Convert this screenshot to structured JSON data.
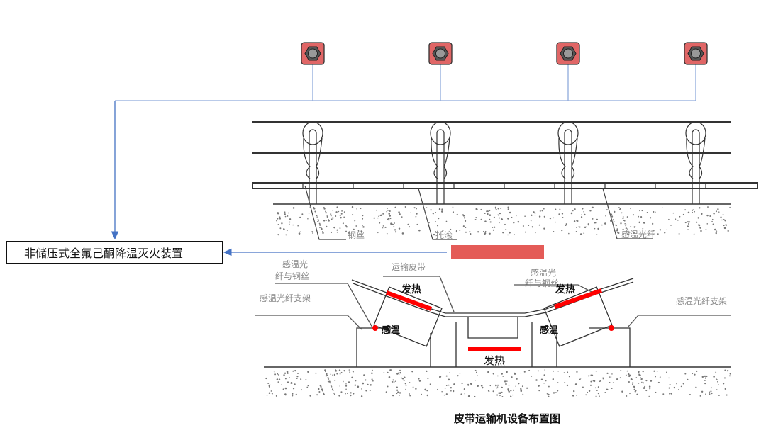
{
  "device_label": "非储压式全氟己酮降温灭火装置",
  "top_view": {
    "labels": [
      "钢丝",
      "托滚",
      "感温光纤"
    ]
  },
  "cross_section": {
    "belt_label": "运输皮带",
    "fiber_wire_left": [
      "感温光",
      "纤与钢丝"
    ],
    "fiber_wire_right": [
      "感温光",
      "纤与钢丝"
    ],
    "bracket_left": "感温光纤支架",
    "bracket_right": "感温光纤支架",
    "heat_left": "发热",
    "heat_right": "发热",
    "heat_bottom": "发热",
    "sense_left": "感温",
    "sense_right": "感温"
  },
  "caption": "皮带运输机设备布置图",
  "colors": {
    "detector": "#e06666",
    "highlight": "#ff0000",
    "connector": "#4472c4"
  }
}
